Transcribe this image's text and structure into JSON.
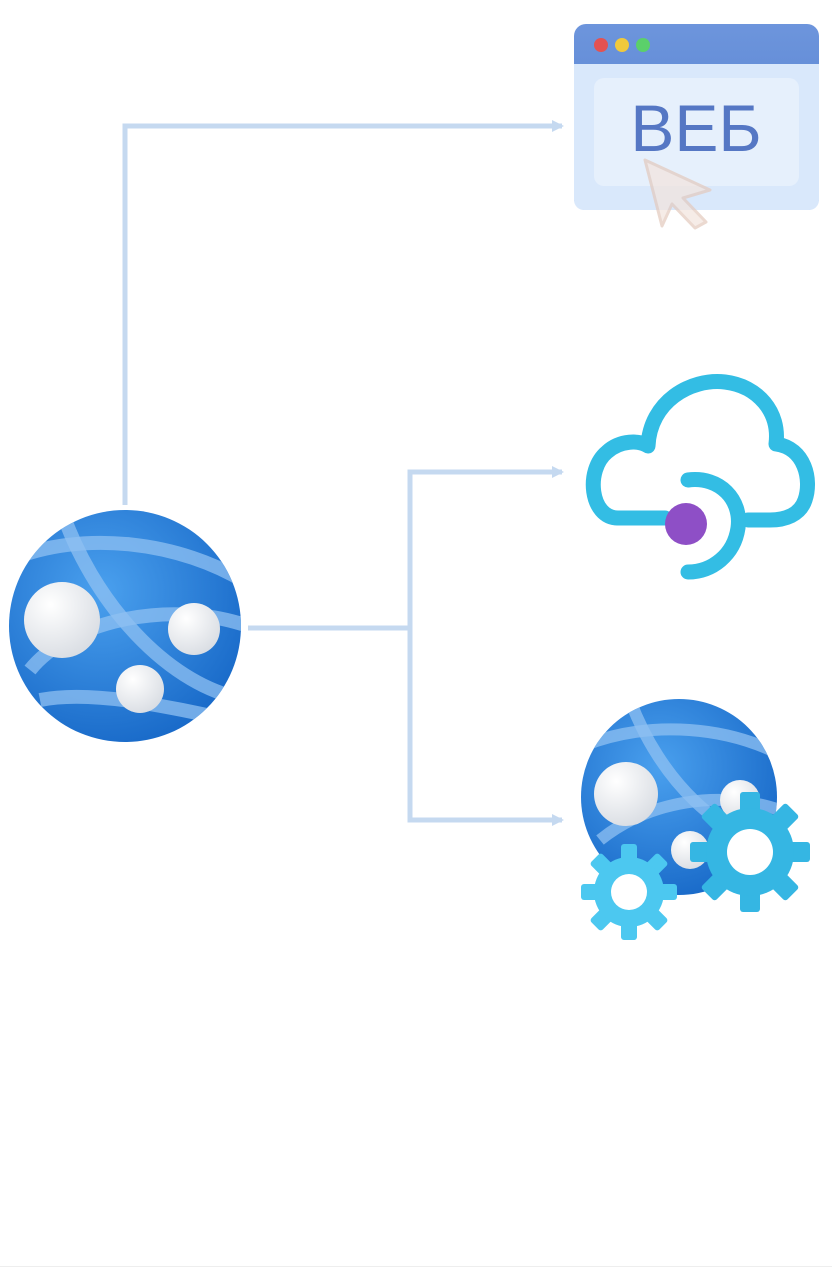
{
  "diagram": {
    "nodes": [
      {
        "id": "app-service",
        "icon": "globe-network-icon",
        "label": ""
      },
      {
        "id": "web-app",
        "icon": "browser-window-icon",
        "label": "ВЕБ"
      },
      {
        "id": "api-app",
        "icon": "cloud-api-icon",
        "label": ""
      },
      {
        "id": "mobile-app",
        "icon": "globe-gears-icon",
        "label": ""
      }
    ],
    "edges": [
      {
        "from": "app-service",
        "to": "web-app"
      },
      {
        "from": "app-service",
        "to": "api-app"
      },
      {
        "from": "app-service",
        "to": "mobile-app"
      }
    ],
    "colors": {
      "connector": "#c5d9f0",
      "globe": "#1e7bd8",
      "globe_light": "#3d93e6",
      "cloud": "#33bde4",
      "api_dot": "#8e4fc6",
      "gear": "#3fc4ee",
      "browser_frame": "#5b86d4",
      "browser_body": "#d6e6fb",
      "browser_text": "#5577c4",
      "dot_red": "#e35252",
      "dot_yellow": "#f0c93c",
      "dot_green": "#5bd06a"
    }
  }
}
